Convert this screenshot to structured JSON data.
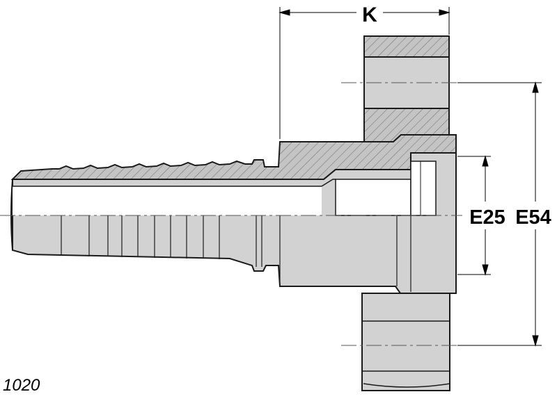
{
  "labels": {
    "k": "K",
    "e25": "E25",
    "e54": "E54",
    "reference": "1020"
  },
  "colors": {
    "body_fill": "#d2d2d2",
    "section_fill": "#c4c4c4",
    "outline": "#1a1a1a",
    "background": "#ffffff"
  }
}
